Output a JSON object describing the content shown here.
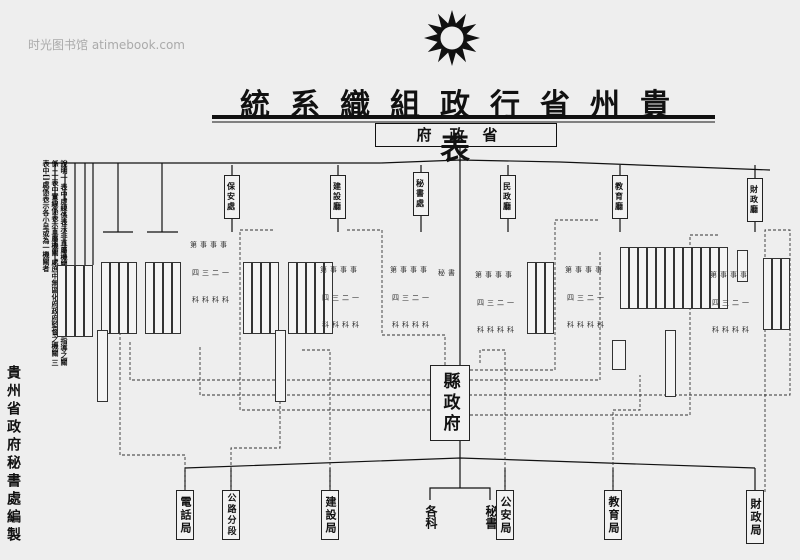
{
  "watermark": "时光图书馆 atimebook.com",
  "title": "貴州省行政組織系統表",
  "top_office": "省政府",
  "compiler": "貴州省政府秘書處編製",
  "notes": [
    "說明一 表中虛線係表示非直屬機關而對機關有之直接監督指導之關係",
    "二 表中實線係表示直屬機關 處庶中無區化府政府監督之機關",
    "三 表中[]處係表示各小呈或為一機關者"
  ],
  "departments": [
    "保安處",
    "建設廳",
    "秘書處",
    "民政廳",
    "教育廳",
    "財政廳"
  ],
  "section_labels": {
    "ranks": "四三二一",
    "units": "科科科科",
    "heads": "第事事事",
    "secretary": "秘書"
  },
  "county_government": "縣政府",
  "county_units": [
    "電話局",
    "公路分段",
    "建設局",
    "各科",
    "秘書",
    "公安局",
    "教育局",
    "財政局"
  ],
  "colors": {
    "ink": "#111111",
    "paper": "#eeeeee"
  }
}
